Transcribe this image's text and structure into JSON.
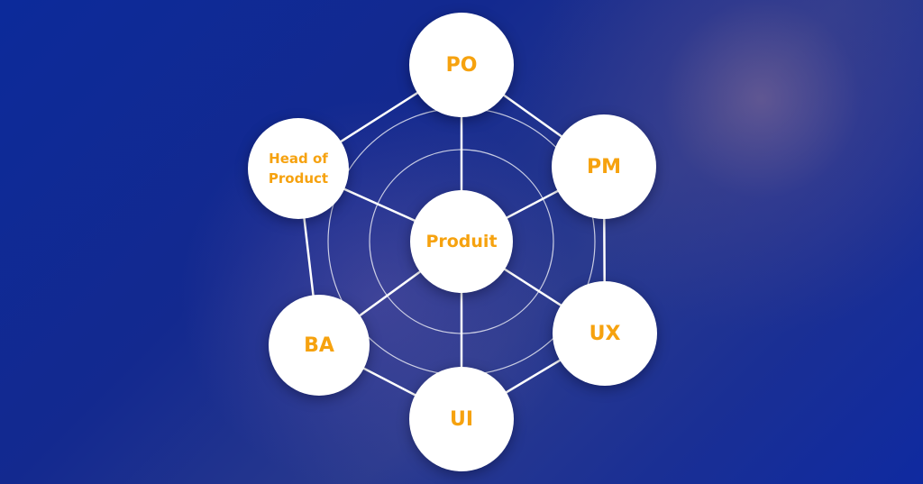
{
  "colors": {
    "accent": "#f6a20f",
    "node_fill": "#ffffff",
    "line": "#ffffff",
    "background": "#13298f"
  },
  "diagram": {
    "center": {
      "label": "Produit"
    },
    "nodes": [
      {
        "id": "po",
        "label": "PO"
      },
      {
        "id": "pm",
        "label": "PM"
      },
      {
        "id": "ux",
        "label": "UX"
      },
      {
        "id": "ui",
        "label": "UI"
      },
      {
        "id": "ba",
        "label": "BA"
      },
      {
        "id": "head",
        "label": "Head of\nProduct"
      }
    ]
  }
}
